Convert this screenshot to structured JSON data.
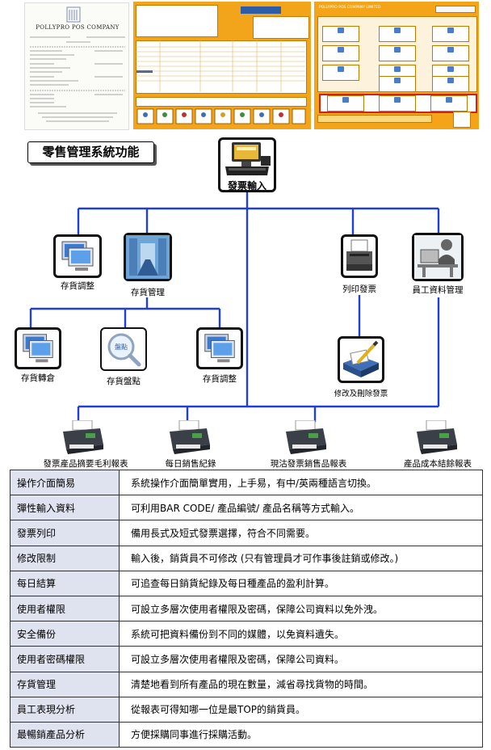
{
  "receipt": {
    "company": "POLLYPRO POS COMPANY"
  },
  "shot1": {
    "title": "發票輸入"
  },
  "shot2": {
    "company": "POLLYPRO POS COMPANY LIMITED"
  },
  "diagram": {
    "title": "零售管理系統功能",
    "nodes": {
      "invoice_input": "發票輸入",
      "stock_adjust_top": "存貨調整",
      "stock_manage": "存貨管理",
      "print_invoice": "列印發票",
      "staff_manage": "員工資料管理",
      "stock_transfer": "存貨轉倉",
      "stock_count": "存貨盤點",
      "stock_adjust": "存貨調整",
      "edit_delete_invoice": "修改及刪除發票",
      "report_profit": "發票產品摘要毛利報表",
      "report_daily": "每日銷售紀錄",
      "report_cash": "現沽發票銷售品報表",
      "report_cost": "產品成本結餘報表"
    },
    "magnifier_text": "盤點"
  },
  "features": [
    {
      "name": "操作介面簡易",
      "desc": "系統操作介面簡單實用，上手易，有中/英兩種語言切換。"
    },
    {
      "name": "彈性輸入資料",
      "desc": "可利用BAR CODE/ 產品編號/ 產品名稱等方式輸入。"
    },
    {
      "name": "發票列印",
      "desc": "備用長式及短式發票選擇，符合不同需要。"
    },
    {
      "name": "修改限制",
      "desc": "輸入後，銷貨員不可修改 (只有管理員才可作事後註銷或修改。)"
    },
    {
      "name": "每日結算",
      "desc": "可追查每日銷貨紀錄及每日種產品的盈利計算。"
    },
    {
      "name": "使用者權限",
      "desc": "可設立多層次使用者權限及密碼，保障公司資料以免外洩。"
    },
    {
      "name": "安全備份",
      "desc": "系統可把資料備份到不同的媒體，以免資料遺失。"
    },
    {
      "name": "使用者密碼權限",
      "desc": "可設立多層次使用者權限及密碼，保障公司資料。"
    },
    {
      "name": "存貨管理",
      "desc": "清楚地看到所有產品的現在數量，減省尋找貨物的時間。"
    },
    {
      "name": "員工表現分析",
      "desc": "從報表可得知哪一位是最TOP的銷貨員。"
    },
    {
      "name": "最暢銷產品分析",
      "desc": "方便採購同事進行採購活動。"
    }
  ]
}
